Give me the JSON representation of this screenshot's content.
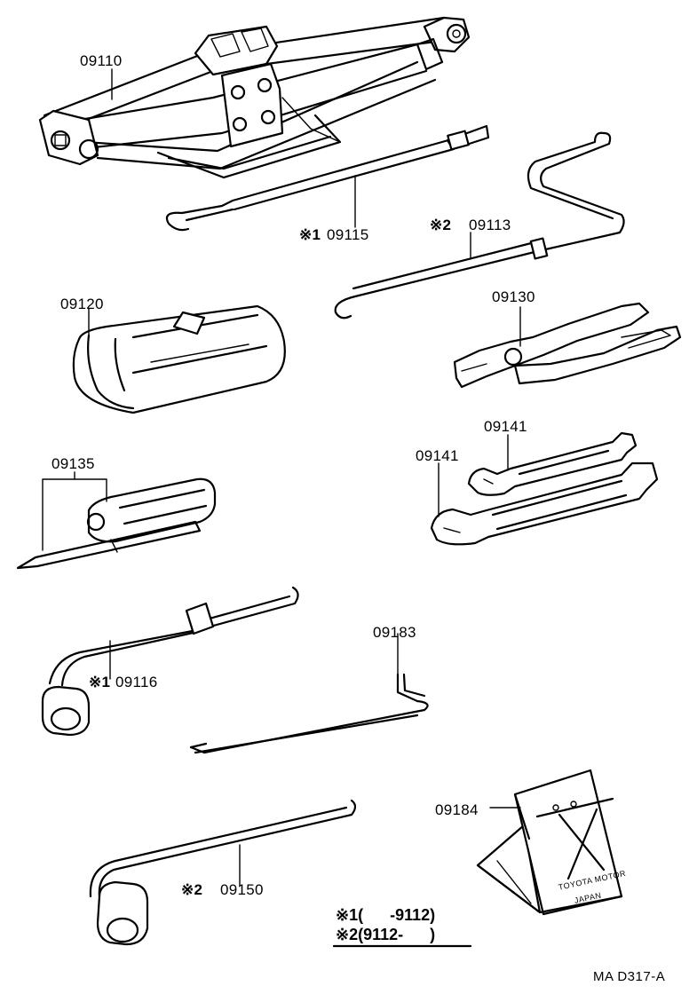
{
  "parts": {
    "jack": "09110",
    "jack_handle": "09115",
    "jack_handle_mark": "※1",
    "jack_handle_ext": "09113",
    "jack_handle_ext_mark": "※2",
    "tool_bag": "09120",
    "pliers": "09130",
    "screwdriver": "09135",
    "wrench_small": "09141",
    "wrench_large": "09141",
    "wheel_wrench_1": "09116",
    "wheel_wrench_1_mark": "※1",
    "hook_bar": "09183",
    "wheel_chock": "09184",
    "wheel_wrench_2": "09150",
    "wheel_wrench_2_mark": "※2"
  },
  "legend": {
    "line1": "※1(      -9112)",
    "line2": "※2(9112-      )"
  },
  "chock_text": {
    "line1": "TOYOTA MOTOR",
    "line2": "JAPAN"
  },
  "diagram_code": "MA  D317-A"
}
